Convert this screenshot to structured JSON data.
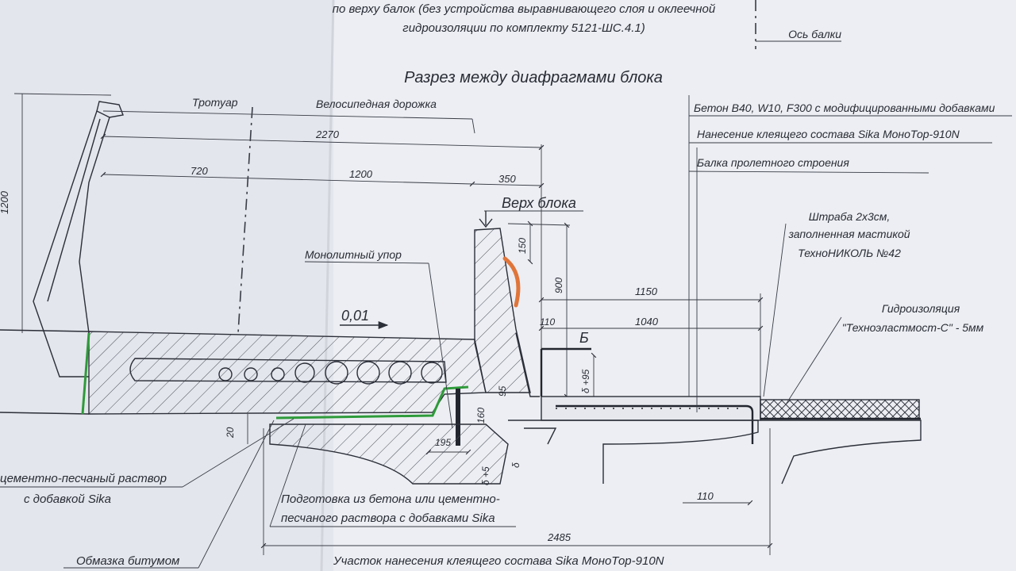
{
  "header": {
    "line1": "по верху балок (без устройства выравнивающего слоя и оклеечной",
    "line2": "гидроизоляции по комплекту 5121-ШС.4.1)",
    "axis_label": "Ось балки",
    "section_title": "Разрез между диафрагмами блока"
  },
  "zones": {
    "sidewalk": "Тротуар",
    "bike_path": "Велосипедная дорожка"
  },
  "dimensions": {
    "d1200": "1200",
    "d2270": "2270",
    "d720": "720",
    "d1200b": "1200",
    "d350": "350",
    "d150": "150",
    "d900": "900",
    "d1150": "1150",
    "d110a": "110",
    "d1040": "1040",
    "d95": "δ +95",
    "d160": "160",
    "d95b": "95",
    "d195": "195",
    "d5": "δ +5",
    "delta": "δ",
    "d20": "20",
    "d110b": "110",
    "d2485": "2485",
    "slope": "0,01",
    "mark_b": "Б"
  },
  "labels": {
    "block_top": "Верх блока",
    "monolith_stop": "Монолитный упор",
    "concrete": "Бетон В40, W10, F300 с модифицированными добавками",
    "adhesive": "Нанесение клеящего состава Sika МоноТор-910N",
    "beam": "Балка пролетного строения",
    "groove_1": "Штраба 2х3см,",
    "groove_2": "заполненная мастикой",
    "groove_3": "ТехноНИКОЛЬ №42",
    "waterproof_1": "Гидроизоляция",
    "waterproof_2": "\"Техноэластмост-С\" - 5мм",
    "mortar_1": "цементно-песчаный раствор",
    "mortar_2": "с добавкой  Sika",
    "prep_1": "Подготовка из бетона или цементно-",
    "prep_2": "песчаного раствора  с добавками Sika",
    "bitumen": "Обмазка битумом",
    "adhesive_area": "Участок нанесения клеящего состава  Sika МоноТор-910N"
  },
  "colors": {
    "paper": "#e9ebf1",
    "ink": "#2c2e38",
    "green_markup": "#2e9b3a",
    "orange_markup": "#e0753a"
  }
}
